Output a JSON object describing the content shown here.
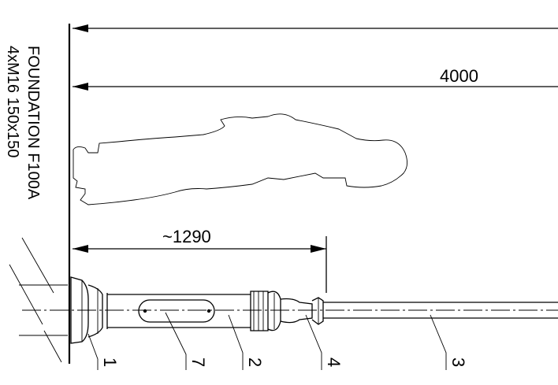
{
  "dimensions": {
    "overall": "",
    "height_total": "4000",
    "height_to_collar": "~1290"
  },
  "foundation": {
    "line1": "FOUNDATION F100A",
    "line2": "4xM16 150x150"
  },
  "part_callouts": [
    "1",
    "7",
    "2",
    "4",
    "3"
  ]
}
